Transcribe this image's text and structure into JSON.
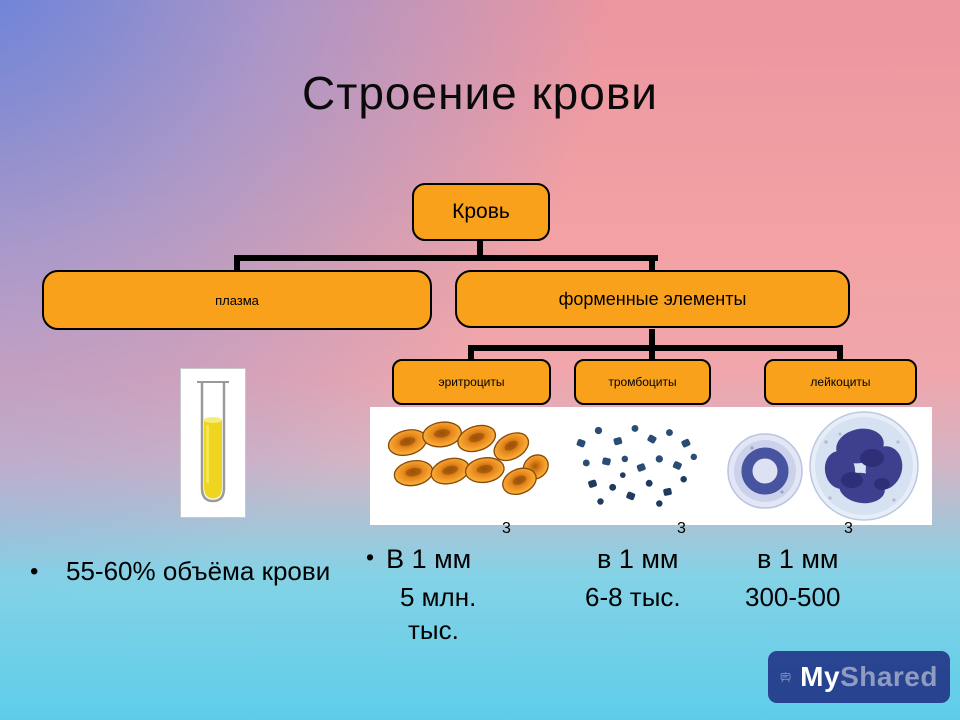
{
  "slide": {
    "title": "Строение крови"
  },
  "diagram": {
    "root": {
      "label": "Кровь"
    },
    "level1": [
      {
        "label": "плазма"
      },
      {
        "label": "форменные элементы"
      }
    ],
    "level2": [
      {
        "label": "эритроциты"
      },
      {
        "label": "тромбоциты"
      },
      {
        "label": "лейкоциты"
      }
    ]
  },
  "stats": {
    "plasma_bullet": "•",
    "plasma_note": "55-60% объёма крови",
    "columns": [
      {
        "bullet": "•",
        "sup": "3",
        "unit": "В 1 мм",
        "line1": "5 млн.",
        "line2": "тыс."
      },
      {
        "bullet": "",
        "sup": "3",
        "unit": "в 1 мм",
        "line1": "6-8 тыс.",
        "line2": ""
      },
      {
        "bullet": "",
        "sup": "3",
        "unit": "в 1 мм",
        "line1": "300-500",
        "line2": ""
      }
    ]
  },
  "watermark": {
    "my": "My",
    "shared": "Shared"
  },
  "colors": {
    "node_fill": "#F9A11B",
    "node_border": "#000000",
    "connector": "#000000",
    "watermark_bg": "#23398A",
    "background_top_left": "#6A8FE0",
    "background_center": "#F2A2A4",
    "background_bottom": "#5ECDE9"
  }
}
